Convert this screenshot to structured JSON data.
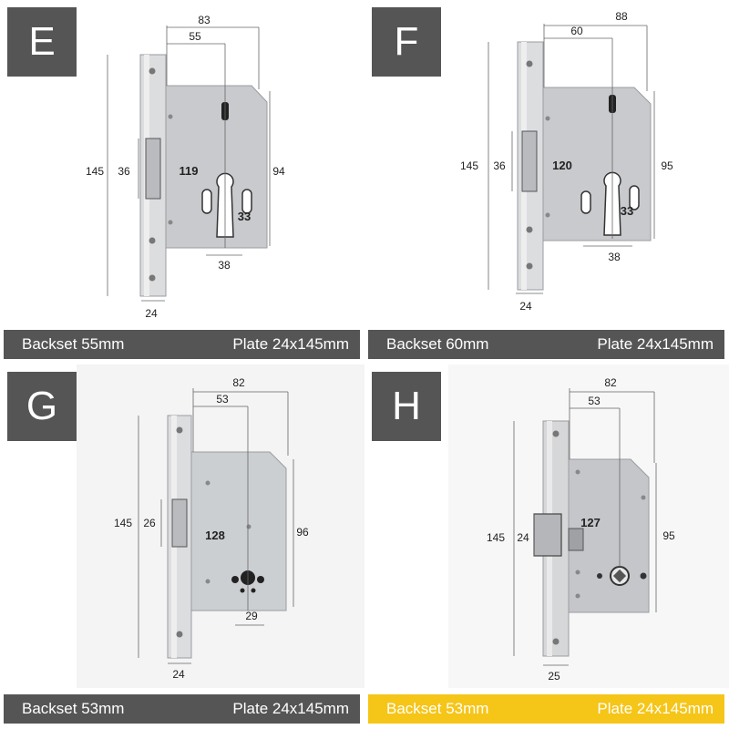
{
  "colors": {
    "badge": "#555555",
    "bar": "#555555",
    "bar_highlight": "#f5c518",
    "metal": "#c8cacd",
    "faceplate": "#d9dadc",
    "text_dark": "#222222"
  },
  "panels": {
    "e": {
      "letter": "E",
      "backset": "Backset 55mm",
      "plate": "Plate 24x145mm",
      "dims": {
        "total": "83",
        "backset": "55",
        "height": "145",
        "latch": "36",
        "center": "119",
        "case": "94",
        "cyl": "33",
        "bottom": "38",
        "width": "24"
      }
    },
    "f": {
      "letter": "F",
      "backset": "Backset 60mm",
      "plate": "Plate 24x145mm",
      "dims": {
        "total": "88",
        "backset": "60",
        "height": "145",
        "latch": "36",
        "center": "120",
        "case": "95",
        "cyl": "33",
        "bottom": "38",
        "width": "24"
      }
    },
    "g": {
      "letter": "G",
      "backset": "Backset 53mm",
      "plate": "Plate 24x145mm",
      "dims": {
        "total": "82",
        "backset": "53",
        "height": "145",
        "latch": "26",
        "center": "128",
        "case": "96",
        "bottom": "29",
        "width": "24"
      }
    },
    "h": {
      "letter": "H",
      "backset": "Backset 53mm",
      "plate": "Plate 24x145mm",
      "dims": {
        "total": "82",
        "backset": "53",
        "height": "145",
        "latch": "24",
        "center": "127",
        "case": "95",
        "width": "25"
      }
    }
  }
}
